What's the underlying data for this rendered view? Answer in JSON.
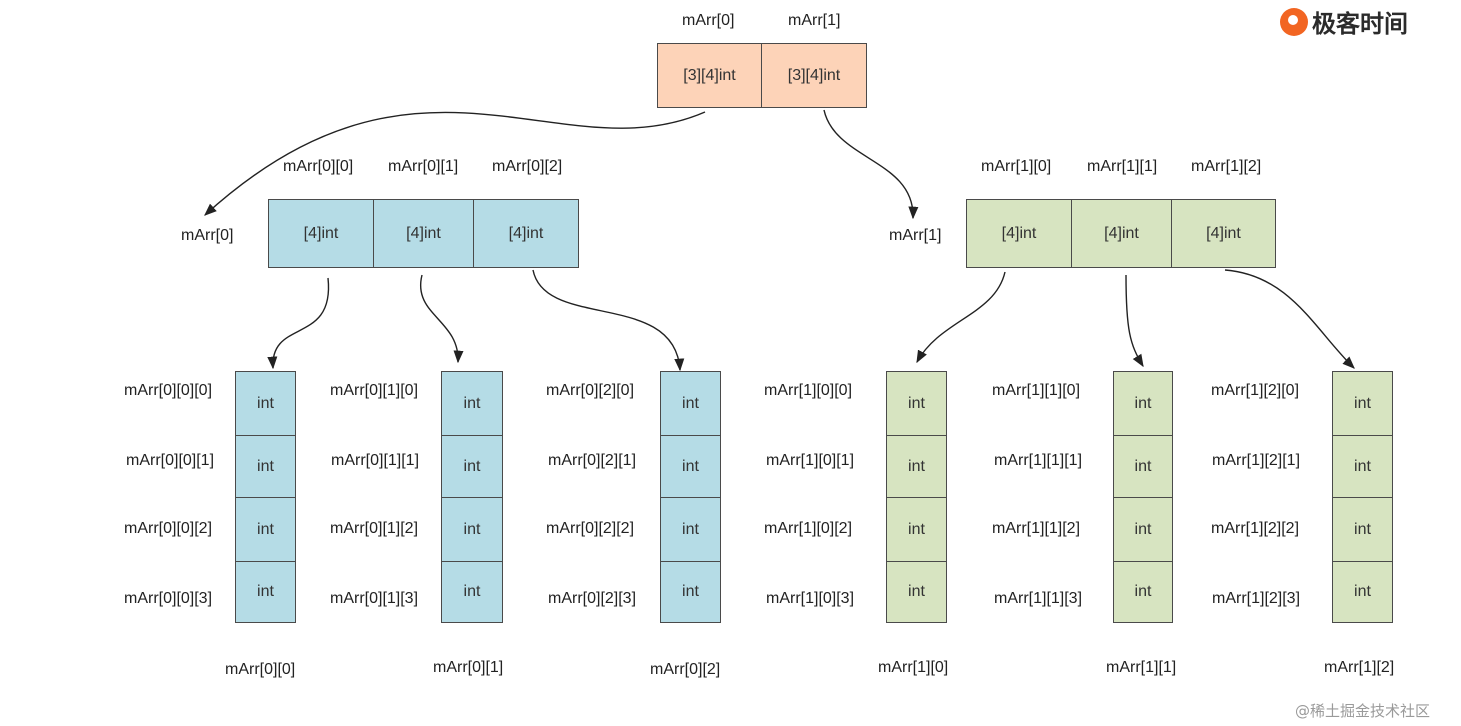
{
  "brand": {
    "logo_text": "极客时间"
  },
  "watermark": "@稀土掘金技术社区",
  "top": {
    "labels": [
      "mArr[0]",
      "mArr[1]"
    ],
    "cells": [
      "[3][4]int",
      "[3][4]int"
    ]
  },
  "level1": [
    {
      "side_label": "mArr[0]",
      "col_labels": [
        "mArr[0][0]",
        "mArr[0][1]",
        "mArr[0][2]"
      ],
      "cells": [
        "[4]int",
        "[4]int",
        "[4]int"
      ]
    },
    {
      "side_label": "mArr[1]",
      "col_labels": [
        "mArr[1][0]",
        "mArr[1][1]",
        "mArr[1][2]"
      ],
      "cells": [
        "[4]int",
        "[4]int",
        "[4]int"
      ]
    }
  ],
  "columns": [
    {
      "row_labels": [
        "mArr[0][0][0]",
        "mArr[0][0][1]",
        "mArr[0][0][2]",
        "mArr[0][0][3]"
      ],
      "cells": [
        "int",
        "int",
        "int",
        "int"
      ],
      "bottom_label": "mArr[0][0]"
    },
    {
      "row_labels": [
        "mArr[0][1][0]",
        "mArr[0][1][1]",
        "mArr[0][1][2]",
        "mArr[0][1][3]"
      ],
      "cells": [
        "int",
        "int",
        "int",
        "int"
      ],
      "bottom_label": "mArr[0][1]"
    },
    {
      "row_labels": [
        "mArr[0][2][0]",
        "mArr[0][2][1]",
        "mArr[0][2][2]",
        "mArr[0][2][3]"
      ],
      "cells": [
        "int",
        "int",
        "int",
        "int"
      ],
      "bottom_label": "mArr[0][2]"
    },
    {
      "row_labels": [
        "mArr[1][0][0]",
        "mArr[1][0][1]",
        "mArr[1][0][2]",
        "mArr[1][0][3]"
      ],
      "cells": [
        "int",
        "int",
        "int",
        "int"
      ],
      "bottom_label": "mArr[1][0]"
    },
    {
      "row_labels": [
        "mArr[1][1][0]",
        "mArr[1][1][1]",
        "mArr[1][1][2]",
        "mArr[1][1][3]"
      ],
      "cells": [
        "int",
        "int",
        "int",
        "int"
      ],
      "bottom_label": "mArr[1][1]"
    },
    {
      "row_labels": [
        "mArr[1][2][0]",
        "mArr[1][2][1]",
        "mArr[1][2][2]",
        "mArr[1][2][3]"
      ],
      "cells": [
        "int",
        "int",
        "int",
        "int"
      ],
      "bottom_label": "mArr[1][2]"
    }
  ]
}
